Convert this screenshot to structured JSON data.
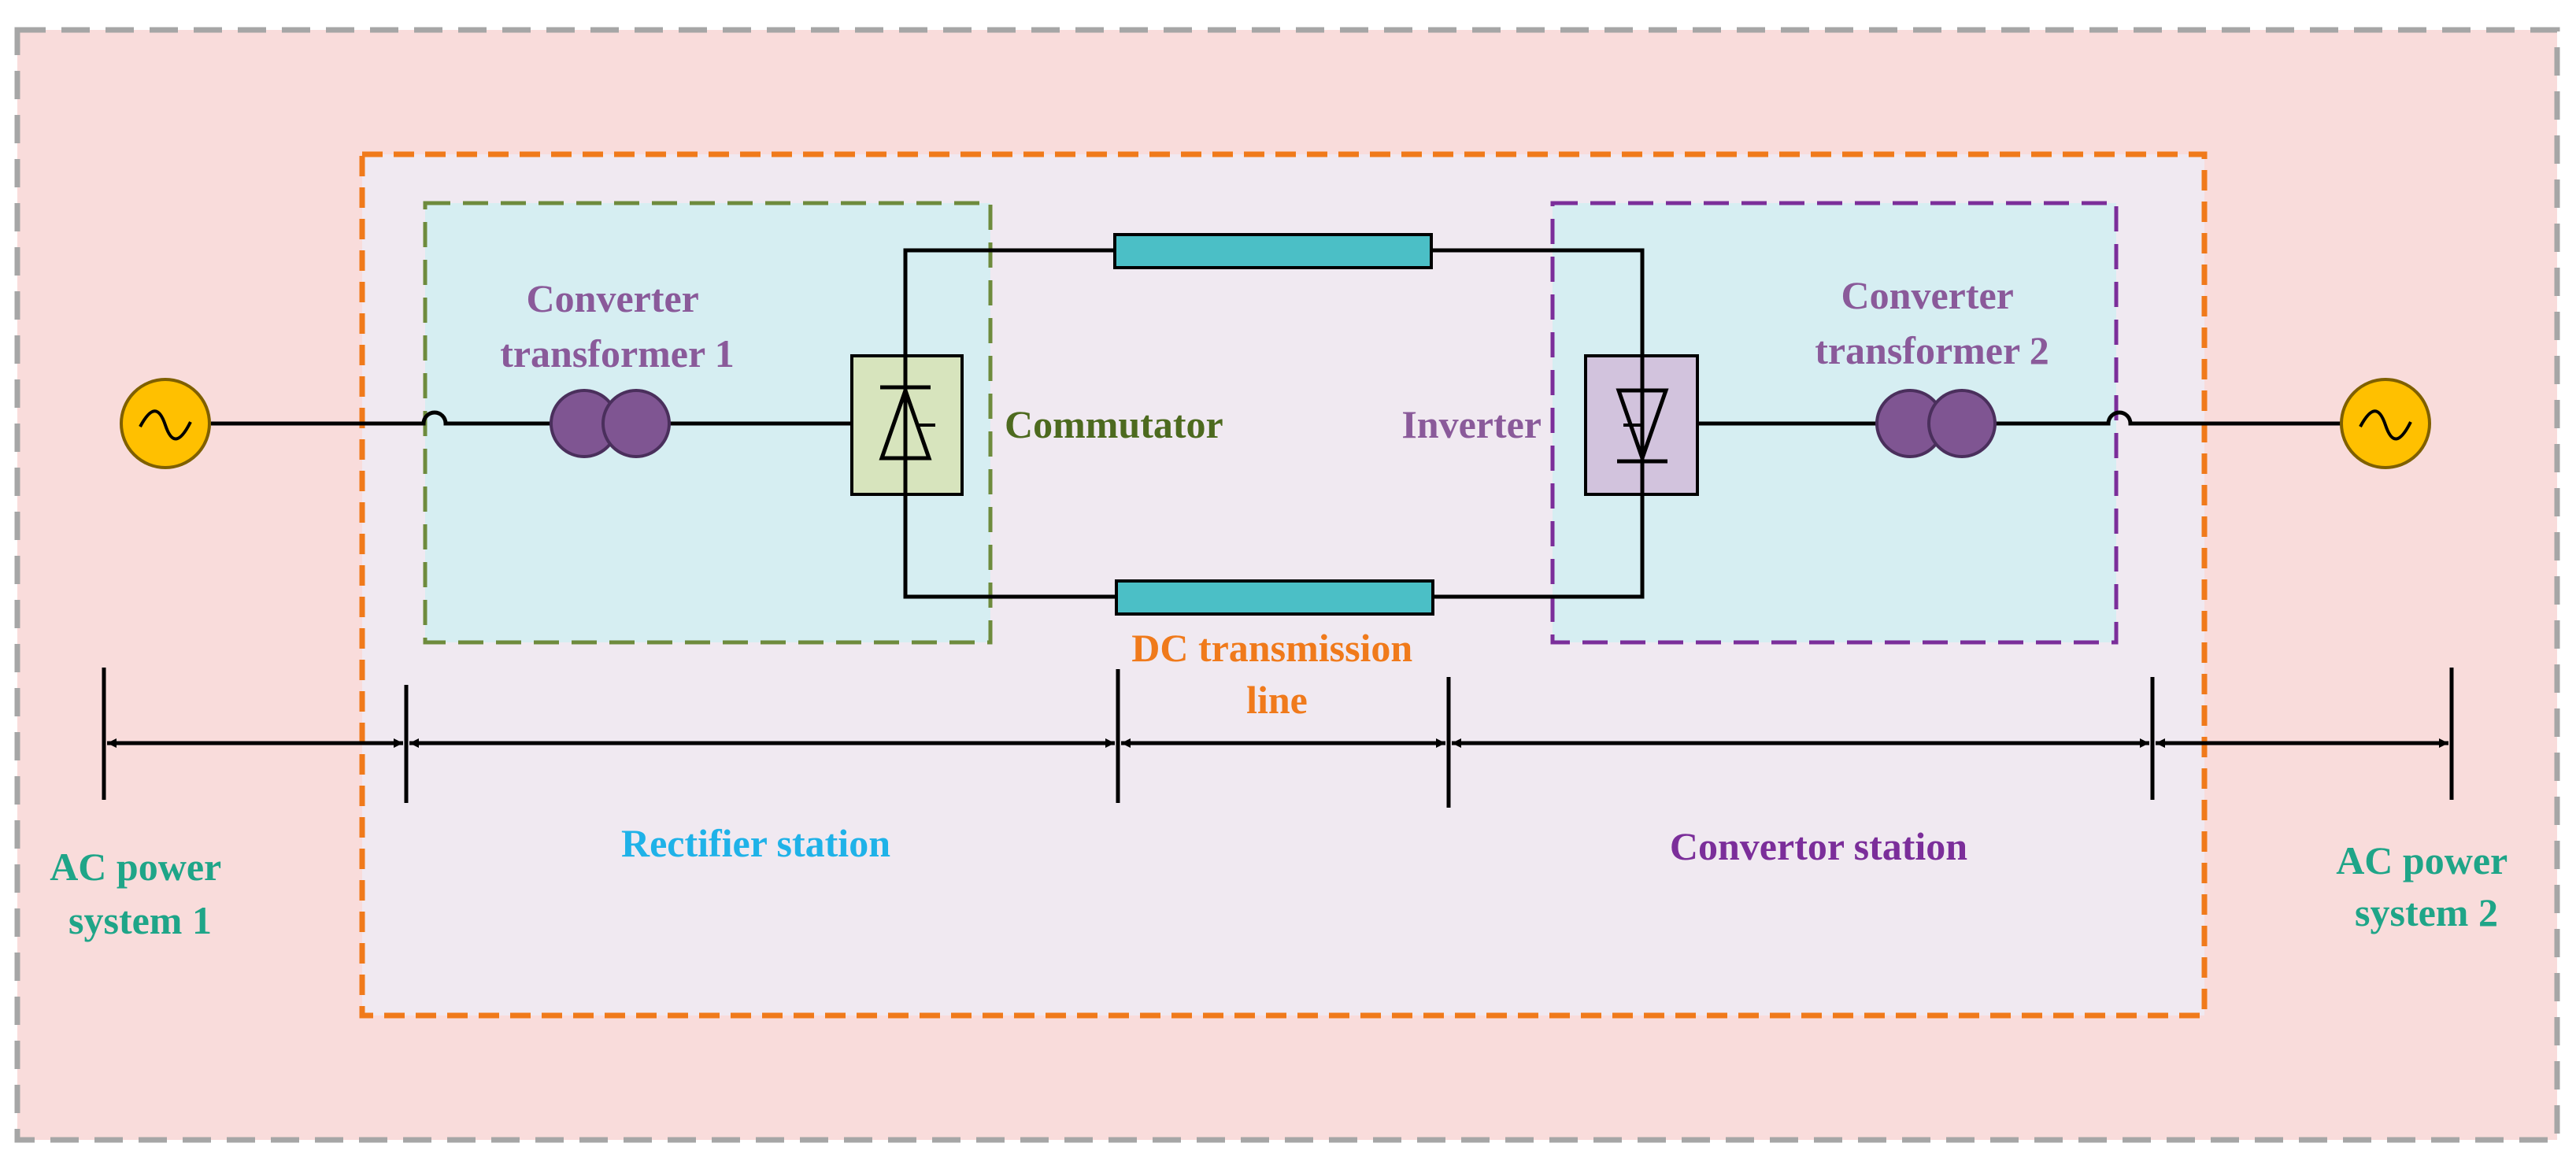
{
  "labels": {
    "converter_transformer_1": [
      "Converter",
      "transformer 1"
    ],
    "converter_transformer_2": [
      "Converter",
      "transformer 2"
    ],
    "commutator": "Commutator",
    "inverter": "Inverter",
    "dc_transmission_line": [
      "DC transmission",
      "line"
    ],
    "rectifier_station": "Rectifier station",
    "convertor_station": "Convertor station",
    "ac_power_system_1": [
      "AC power",
      "system 1"
    ],
    "ac_power_system_2": [
      "AC power",
      "system 2"
    ]
  },
  "colors": {
    "outer_region_fill": "#f9dcdb",
    "outer_region_border": "#a6a6a6",
    "hvdc_region_fill": "#f0e9f1",
    "hvdc_region_border": "#f07a1b",
    "station_fill": "#d6eef2",
    "rectifier_box_border": "#6e8b3d",
    "inverter_box_border": "#7b2e9a",
    "transformer_label": "#8a5a9a",
    "transformer_coil": "#7f5592",
    "commutator_label": "#4d6a1f",
    "inverter_label": "#8a5a9a",
    "dc_line_label": "#f07a1b",
    "dc_line_bar": "#4bbfc6",
    "rectifier_station_label": "#1fb2e8",
    "convertor_station_label": "#7b2e9a",
    "ac_system_label": "#1fa588",
    "ac_source_fill": "#ffc000",
    "rectifier_valve_fill": "#d7e4bd",
    "inverter_valve_fill": "#d2c3dd"
  },
  "icons": {
    "ac_source": "ac-source-icon",
    "transformer": "transformer-icon",
    "rectifier_valve": "rectifier-valve-icon",
    "inverter_valve": "inverter-valve-icon"
  }
}
